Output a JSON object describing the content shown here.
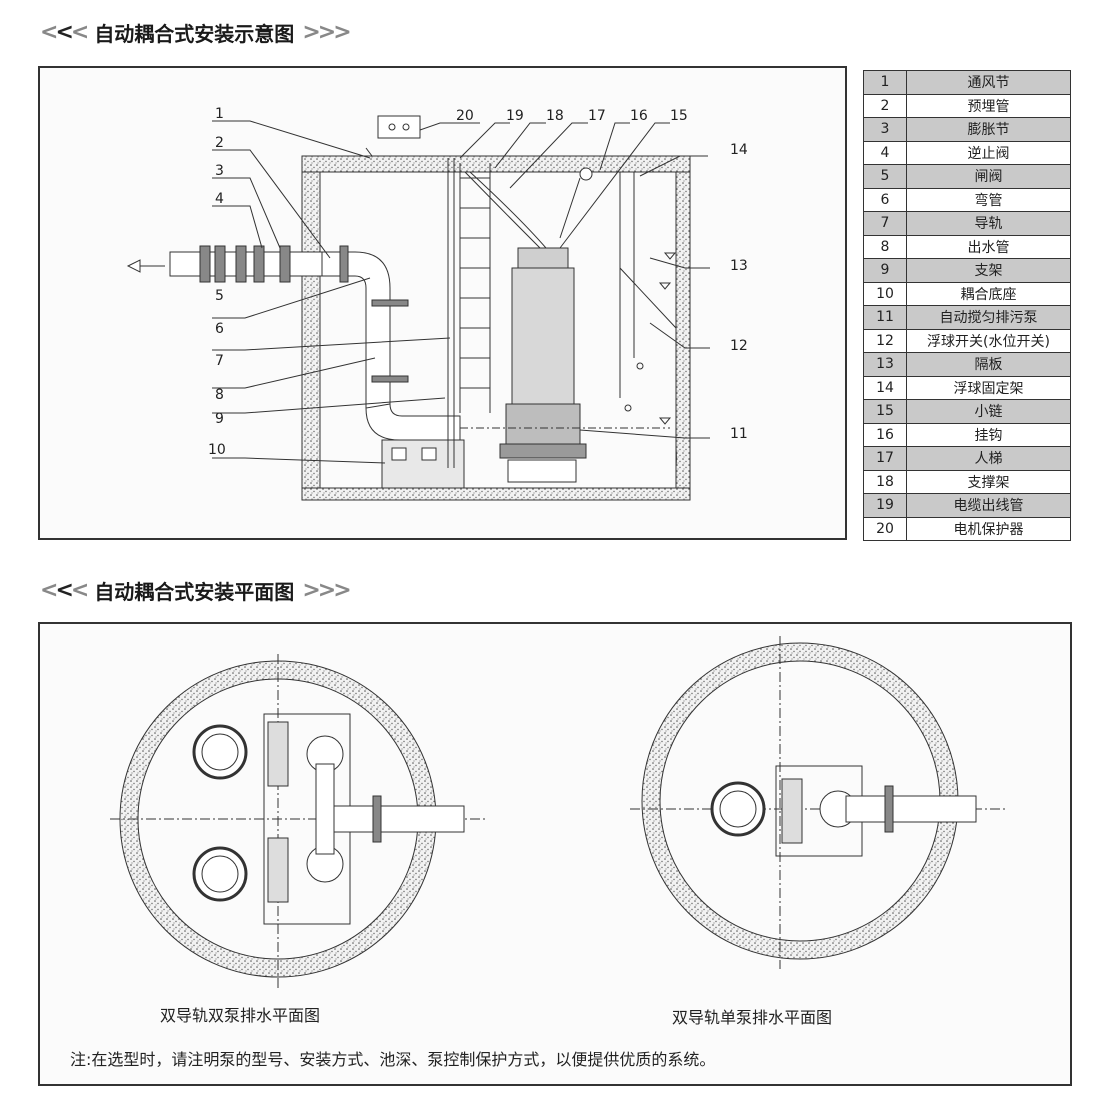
{
  "title_section": "自动耦合式安装示意图",
  "title_plan": "自动耦合式安装平面图",
  "callout_numbers": [
    "1",
    "2",
    "3",
    "4",
    "5",
    "6",
    "7",
    "8",
    "9",
    "10",
    "11",
    "12",
    "13",
    "14",
    "15",
    "16",
    "17",
    "18",
    "19",
    "20"
  ],
  "legend": [
    {
      "num": "1",
      "name": "通风节"
    },
    {
      "num": "2",
      "name": "预埋管"
    },
    {
      "num": "3",
      "name": "膨胀节"
    },
    {
      "num": "4",
      "name": "逆止阀"
    },
    {
      "num": "5",
      "name": "闸阀"
    },
    {
      "num": "6",
      "name": "弯管"
    },
    {
      "num": "7",
      "name": "导轨"
    },
    {
      "num": "8",
      "name": "出水管"
    },
    {
      "num": "9",
      "name": "支架"
    },
    {
      "num": "10",
      "name": "耦合底座"
    },
    {
      "num": "11",
      "name": "自动搅匀排污泵"
    },
    {
      "num": "12",
      "name": "浮球开关(水位开关)"
    },
    {
      "num": "13",
      "name": "隔板"
    },
    {
      "num": "14",
      "name": "浮球固定架"
    },
    {
      "num": "15",
      "name": "小链"
    },
    {
      "num": "16",
      "name": "挂钩"
    },
    {
      "num": "17",
      "name": "人梯"
    },
    {
      "num": "18",
      "name": "支撑架"
    },
    {
      "num": "19",
      "name": "电缆出线管"
    },
    {
      "num": "20",
      "name": "电机保护器"
    }
  ],
  "caption_left": "双导轨双泵排水平面图",
  "caption_right": "双导轨单泵排水平面图",
  "note": "注:在选型时，请注明泵的型号、安装方式、池深、泵控制保护方式，以便提供优质的系统。"
}
